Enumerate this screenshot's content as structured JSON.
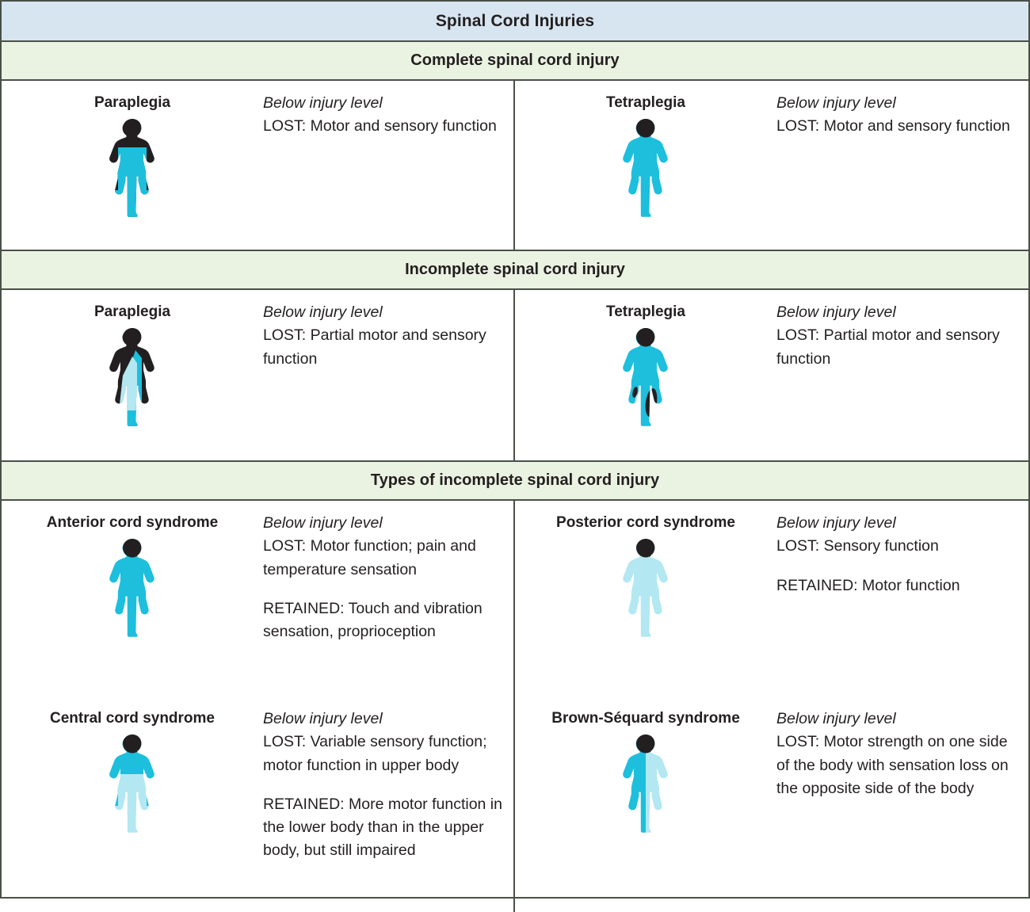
{
  "header": {
    "title": "Spinal Cord Injuries",
    "title_bg": "#d7e5f0",
    "section_bg": "#eaf2e1",
    "border_color": "#4a5048"
  },
  "palette": {
    "dark": "#231f20",
    "cyan": "#1dbfdd",
    "pale_blue": "#b3e8f2"
  },
  "sections": [
    {
      "id": "complete",
      "label": "Complete spinal cord injury"
    },
    {
      "id": "incomplete",
      "label": "Incomplete spinal cord injury"
    },
    {
      "id": "types",
      "label": "Types of incomplete spinal cord injury"
    }
  ],
  "cells": {
    "complete_paraplegia": {
      "label": "Paraplegia",
      "lead": "Below injury level",
      "lost": "LOST: Motor and sensory function",
      "retained": "",
      "figure": "paraplegia-complete-figure"
    },
    "complete_tetraplegia": {
      "label": "Tetraplegia",
      "lead": "Below injury level",
      "lost": "LOST: Motor and sensory function",
      "retained": "",
      "figure": "tetraplegia-complete-figure"
    },
    "incomplete_paraplegia": {
      "label": "Paraplegia",
      "lead": "Below injury level",
      "lost": "LOST: Partial motor and sensory function",
      "retained": "",
      "figure": "paraplegia-incomplete-figure"
    },
    "incomplete_tetraplegia": {
      "label": "Tetraplegia",
      "lead": "Below injury level",
      "lost": "LOST: Partial motor and sensory function",
      "retained": "",
      "figure": "tetraplegia-incomplete-figure"
    },
    "anterior_cord": {
      "label": "Anterior cord syndrome",
      "lead": "Below injury level",
      "lost": "LOST: Motor function; pain and temperature sensation",
      "retained": "RETAINED: Touch and vibration sensation, proprioception",
      "figure": "anterior-cord-figure"
    },
    "posterior_cord": {
      "label": "Posterior cord syndrome",
      "lead": "Below injury level",
      "lost": "LOST: Sensory function",
      "retained": "RETAINED: Motor function",
      "figure": "posterior-cord-figure"
    },
    "central_cord": {
      "label": "Central cord syndrome",
      "lead": "Below injury level",
      "lost": "LOST: Variable sensory function; motor function in upper body",
      "retained": "RETAINED: More motor function in the lower body than in the upper body, but still impaired",
      "figure": "central-cord-figure"
    },
    "brown_sequard": {
      "label": "Brown-Séquard syndrome",
      "lead": "Below injury level",
      "lost": "LOST: Motor strength on one side of the body with sensation loss on the opposite side of the body",
      "retained": "",
      "figure": "brown-sequard-figure"
    }
  }
}
